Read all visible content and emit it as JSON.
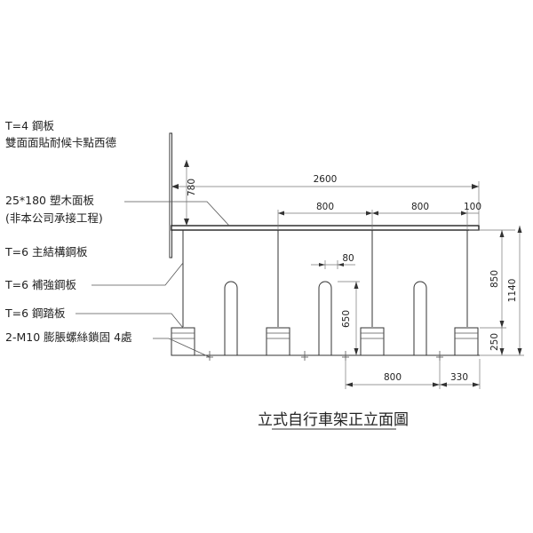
{
  "labels": {
    "steel_plate_t4": "T=4 鋼板",
    "coating": "雙面面貼耐候卡點西德",
    "wood_panel": "25*180 塑木面板",
    "wood_panel_note": "(非本公司承接工程)",
    "main_structure": "T=6 主結構鋼板",
    "reinforce": "T=6 補強鋼板",
    "foot_plate": "T=6 鋼踏板",
    "bolts": "2-M10 膨脹螺絲鎖固 4處"
  },
  "dimensions": {
    "top_height": "780",
    "overall_width": "2600",
    "span_1": "800",
    "span_2": "800",
    "overhang": "100",
    "gap": "80",
    "post_height": "650",
    "rail_height": "850",
    "total_height": "1140",
    "base_height": "250",
    "bottom_span": "800",
    "bottom_end": "330"
  },
  "title": "立式自行車架正立面圖"
}
